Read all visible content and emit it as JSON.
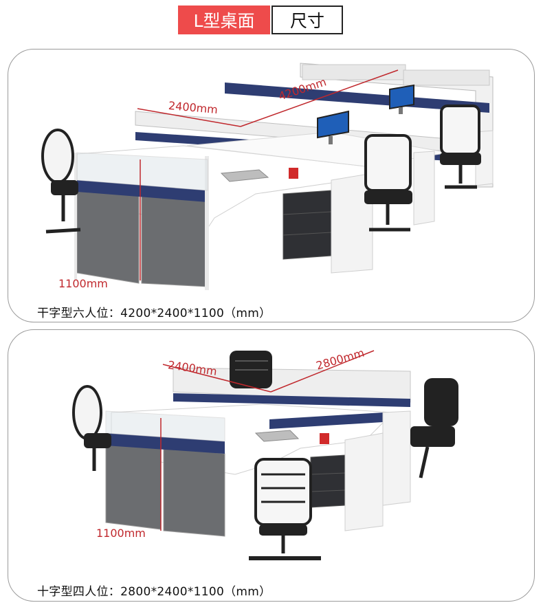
{
  "tabs": {
    "active_label": "L型桌面",
    "inactive_label": "尺寸"
  },
  "colors": {
    "accent": "#ee4b4b",
    "dimension_line": "#c0282d",
    "partition_blue": "#2e3d72",
    "panel_gray": "#6b6d70"
  },
  "products": [
    {
      "caption": "干字型六人位：4200*2400*1100（mm）",
      "dims": {
        "width": "4200mm",
        "depth": "2400mm",
        "height": "1100mm"
      }
    },
    {
      "caption": "十字型四人位：2800*2400*1100（mm）",
      "dims": {
        "width": "2800mm",
        "depth": "2400mm",
        "height": "1100mm"
      }
    }
  ]
}
